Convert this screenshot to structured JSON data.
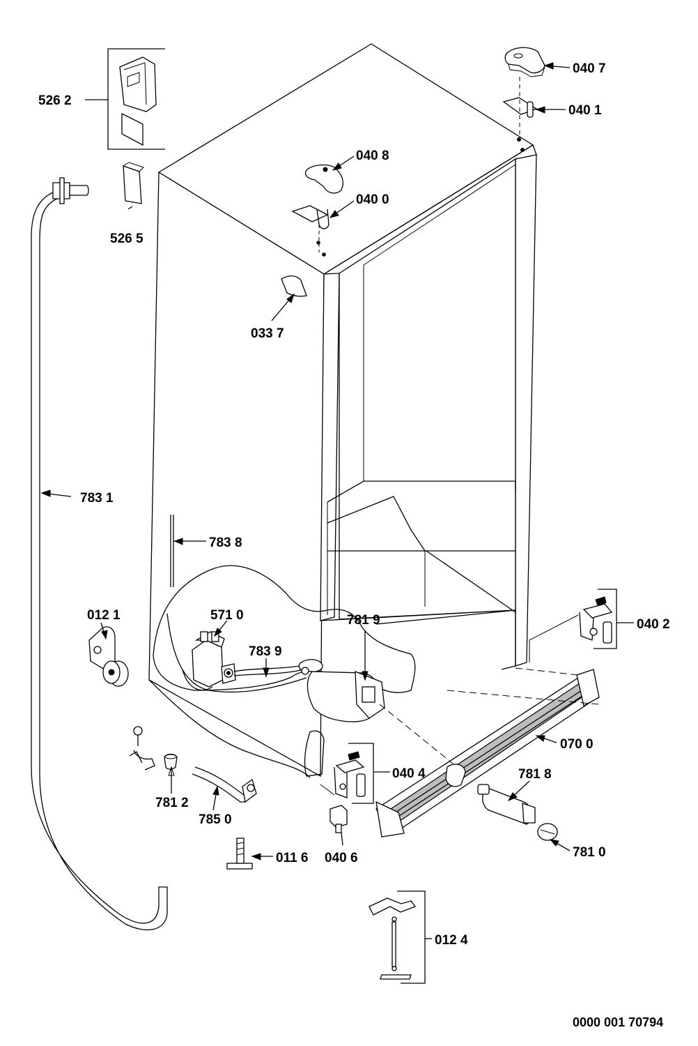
{
  "callouts": {
    "p5262": "526 2",
    "p5265": "526 5",
    "p0407": "040 7",
    "p0401": "040 1",
    "p0408": "040 8",
    "p0400": "040 0",
    "p0337": "033 7",
    "p7831": "783 1",
    "p7838": "783 8",
    "p0121": "012 1",
    "p5710": "571 0",
    "p7839": "783 9",
    "p7819": "781 9",
    "p0402": "040 2",
    "p0700": "070 0",
    "p0404": "040 4",
    "p7818": "781 8",
    "p7812": "781 2",
    "p7850": "785 0",
    "p0406": "040 6",
    "p0116": "011 6",
    "p7810": "781 0",
    "p0124": "012 4"
  },
  "document_number": "0000 001 70794"
}
